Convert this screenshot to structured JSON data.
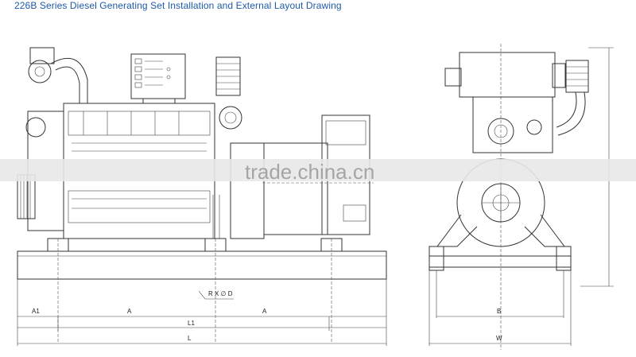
{
  "title": "226B Series Diesel Generating Set Installation and External Layout Drawing",
  "watermark": "trade.china.cn",
  "dimensions": {
    "a1": "A1",
    "a_left": "A",
    "a_right": "A",
    "l1": "L1",
    "l": "L",
    "b": "B",
    "w": "W",
    "hole_note": "R X ∅ D"
  }
}
